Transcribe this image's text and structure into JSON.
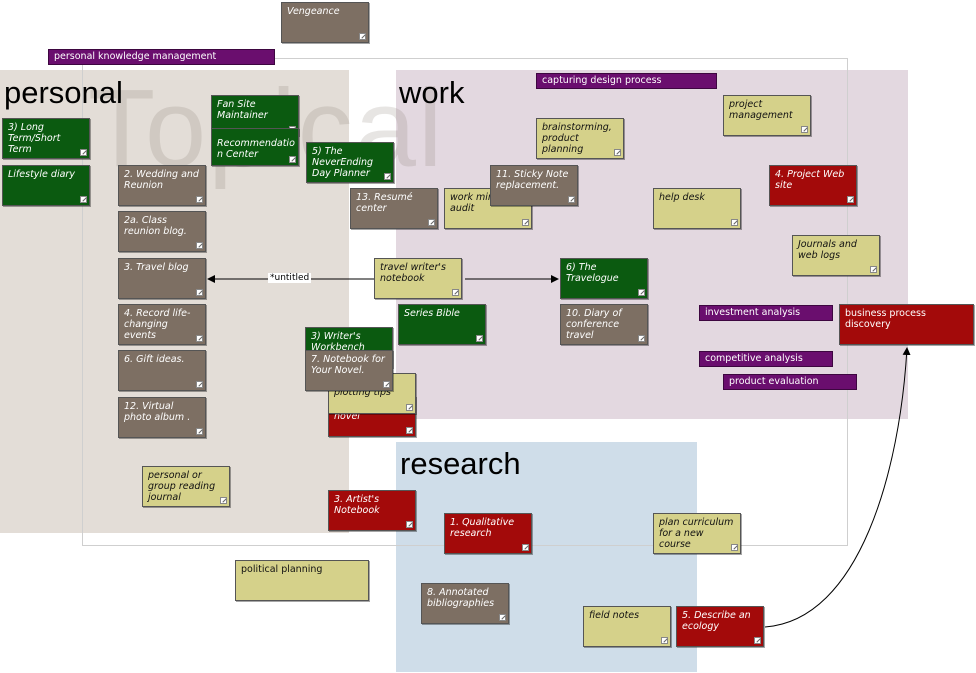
{
  "regions": {
    "personal": "personal",
    "work": "work",
    "research": "research",
    "watermark": "Topical"
  },
  "tags": {
    "pkm": "personal knowledge management",
    "capturing_design": "capturing design process",
    "investment": "investment analysis",
    "competitive": "competitive analysis",
    "product_eval": "product evaluation"
  },
  "notes": {
    "vengeance": "Vengeance",
    "long_short_term": "3) Long Term/Short Term",
    "lifestyle_diary": "Lifestyle diary",
    "fan_site": "Fan Site Maintainer",
    "recommendation_center": "Recommendatio n Center",
    "wedding_reunion": "2. Wedding and Reunion",
    "neverending": "5) The NeverEnding Day Planner",
    "class_reunion": "2a. Class reunion blog.",
    "resume_center": "13. Resumé center",
    "travel_blog": "3. Travel blog",
    "record_events": "4. Record life-changing events",
    "gift_ideas": "6. Gift ideas.",
    "virtual_photo": "12. Virtual photo album .",
    "writers_workbench": "3) Writer's Workbench",
    "notebook_novel": "7. Notebook for Your Novel.",
    "plotting_tips": "plotting tips",
    "novel": "novel",
    "travel_writers": "travel writer's notebook",
    "series_bible": "Series Bible",
    "brainstorming": "brainstorming, product planning",
    "project_management": "project management",
    "work_audit": "work mind audit",
    "sticky_note": "11. Sticky Note replacement.",
    "help_desk": "help desk",
    "project_web": "4. Project Web site",
    "journals_weblogs": "Journals and web logs",
    "travelogue": "6) The Travelogue",
    "conference_diary": "10. Diary of conference travel",
    "business_process": "business process discovery",
    "personal_reading": "personal or group reading journal",
    "artists_notebook": "3. Artist's Notebook",
    "qualitative": "1. Qualitative research",
    "plan_curriculum": "plan curriculum for a new course",
    "political": "political planning",
    "annotated_bib": "8. Annotated bibliographies",
    "field_notes": "field notes",
    "describe_ecology": "5. Describe an ecology"
  },
  "links": {
    "untitled": "*untitled"
  },
  "colors": {
    "personal_bg": "#e3ddd7",
    "work_bg": "#e3d8e0",
    "research_bg": "#cfdde9",
    "brown": "#7d6f63",
    "green": "#0b5a10",
    "khaki": "#d5d18a",
    "red": "#a30a0a",
    "purple": "#6a0e6e"
  }
}
